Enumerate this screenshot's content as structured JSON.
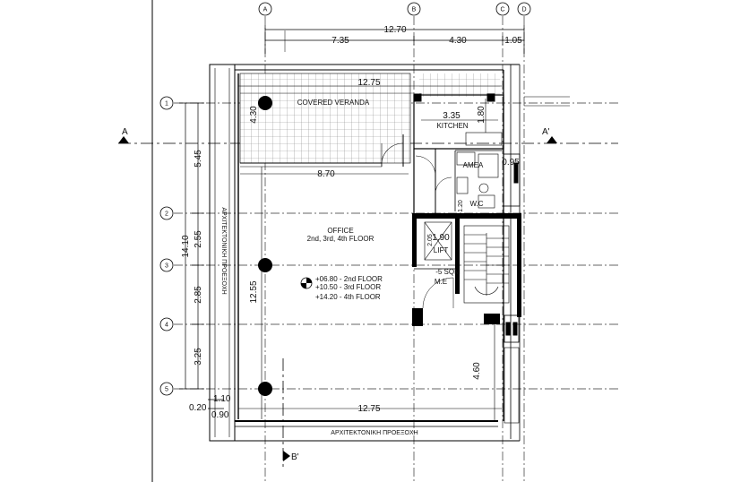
{
  "grid": {
    "columns": [
      "A",
      "B",
      "C",
      "D"
    ],
    "rows": [
      "1",
      "2",
      "3",
      "4",
      "5"
    ]
  },
  "section_marks": {
    "left": "A",
    "right": "A'",
    "bottom": "B'"
  },
  "dimensions": {
    "top_total": "12.70",
    "top_a_b": "7.35",
    "top_b_c": "4.30",
    "top_c_d": "1.05",
    "veranda_width": "12.75",
    "veranda_depth": "4.30",
    "kitchen_width": "3.35",
    "kitchen_depth": "1.80",
    "office_width": "8.70",
    "bottom_width": "12.75",
    "left_total": "14.10",
    "left_1_2": "5.45",
    "left_2_3": "2.55",
    "left_3_4": "2.85",
    "left_4_5": "3.25",
    "left_small_a": "1.10",
    "left_small_b": "0.20",
    "left_small_c": "0.90",
    "interior_height": "12.55",
    "lift_size": "1.90",
    "lift_small": "2.05",
    "right_small": "0.95",
    "wc_width": "1.20",
    "stair_dim": "4.60"
  },
  "rooms": {
    "veranda": "COVERED VERANDA",
    "kitchen": "KITCHEN",
    "ameas": "AMEA",
    "wc": "W.C",
    "office": "OFFICE",
    "office_floors": "2nd, 3rd, 4th FLOOR",
    "lift": "LIFT",
    "me_area": "-5 SQM",
    "me": "M.E"
  },
  "levels": [
    "+06.80 - 2nd FLOOR",
    "+10.50 - 3rd FLOOR",
    "+14.20 - 4th FLOOR"
  ],
  "side_labels": {
    "left_vertical": "ΑΡΧΙΤΕΚΤΟΝΙΚΗ ΠΡΟΕΞΟΧΗ",
    "bottom": "ΑΡΧΙΤΕΚΤΟΝΙΚΗ ΠΡΟΕΞΟΧΗ"
  }
}
